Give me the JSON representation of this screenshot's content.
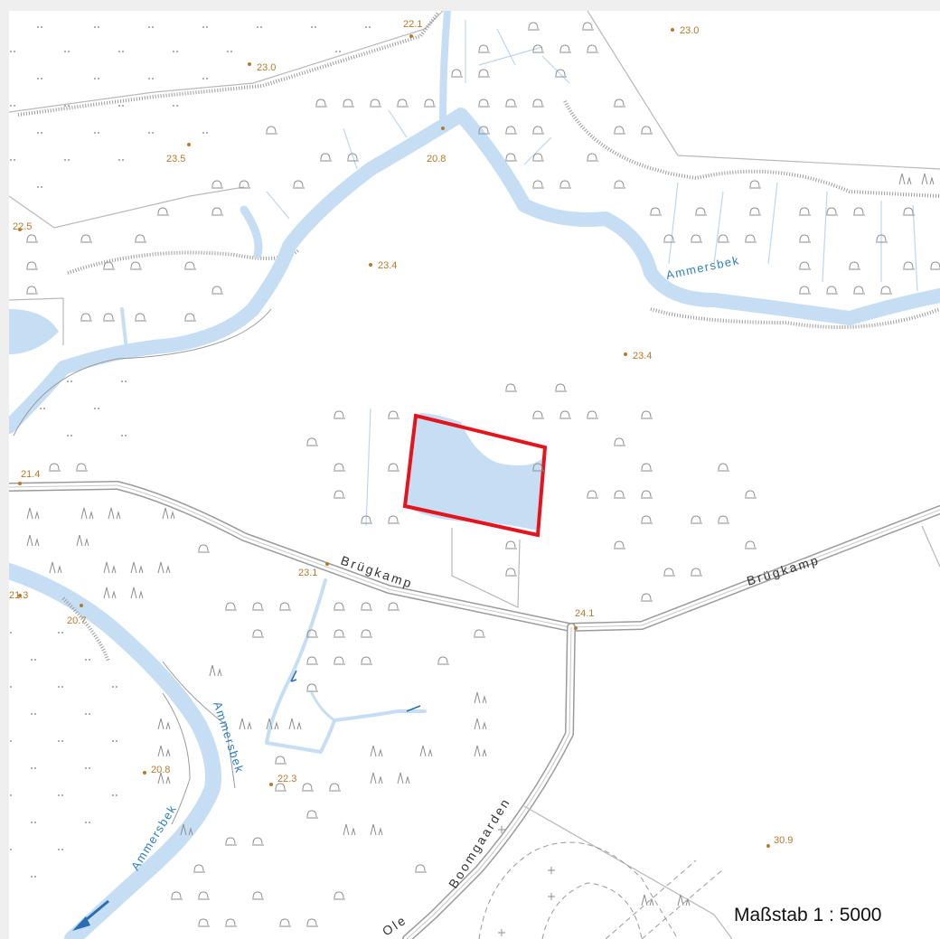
{
  "map": {
    "scale_label": "Maßstab 1 : 5000",
    "colors": {
      "water": "#c6def3",
      "heights": "#b7792b",
      "marker": "#e5141c",
      "river_label": "#2e7fc0"
    },
    "streets": [
      "Brügkamp",
      "Brügkamp",
      "Ole",
      "Boomgaarden"
    ],
    "rivers": [
      "Ammersbek",
      "Ammersbek",
      "Ammersbek"
    ],
    "heights": [
      "22.1",
      "23.0",
      "23.0",
      "23.5",
      "20.8",
      "22.5",
      "23.4",
      "23.4",
      "21.4",
      "23.1",
      "24.1",
      "21.3",
      "20.7",
      "20.8",
      "22.3",
      "30.9"
    ]
  }
}
